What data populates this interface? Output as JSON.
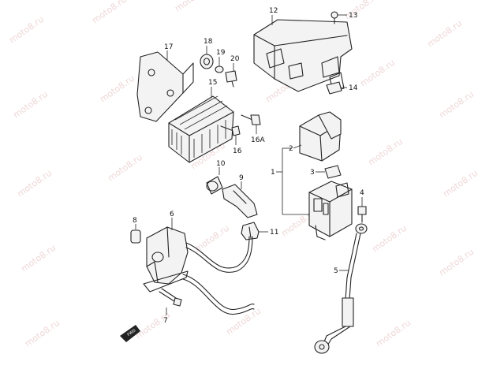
{
  "watermark": "moto8.ru",
  "fwd_badge": "FWD",
  "callouts": {
    "c1": "1",
    "c2": "2",
    "c3": "3",
    "c4": "4",
    "c5": "5",
    "c6": "6",
    "c7": "7",
    "c8": "8",
    "c9": "9",
    "c10": "10",
    "c11": "11",
    "c12": "12",
    "c13": "13",
    "c14": "14",
    "c15": "15",
    "c16": "16",
    "c16a": "16A",
    "c17": "17",
    "c18": "18",
    "c19": "19",
    "c20": "20"
  }
}
